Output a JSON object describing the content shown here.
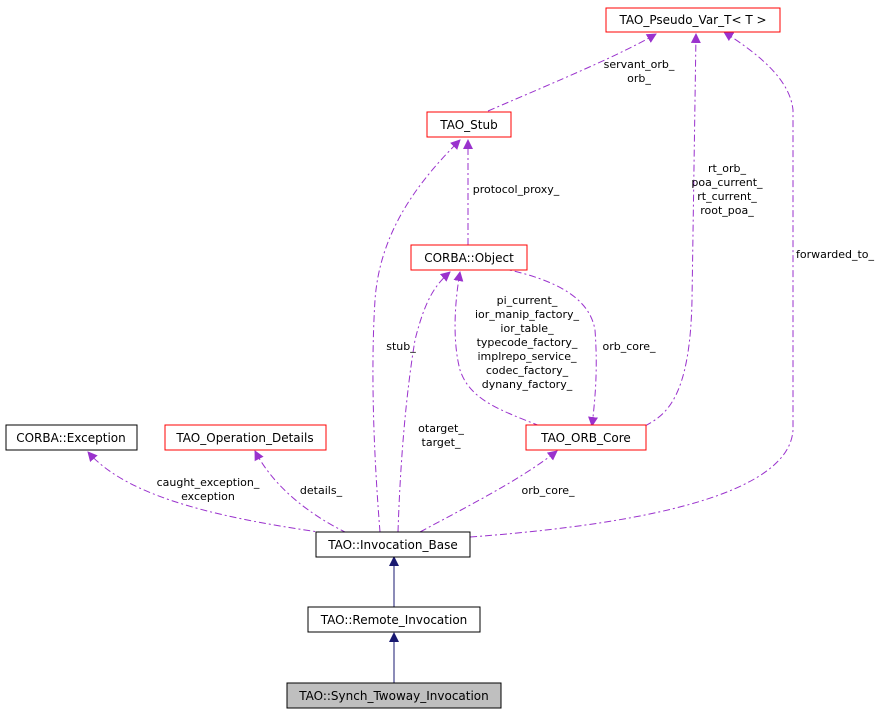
{
  "colors": {
    "documented_border": "#ff0000",
    "undocumented_border": "#000000",
    "current_fill": "#bfbfbf",
    "usage_edge": "#9a32cd",
    "inheritance_edge": "#191970"
  },
  "nodes": {
    "pseudo_var": "TAO_Pseudo_Var_T< T >",
    "stub": "TAO_Stub",
    "corba_object": "CORBA::Object",
    "corba_exception": "CORBA::Exception",
    "operation_details": "TAO_Operation_Details",
    "orb_core": "TAO_ORB_Core",
    "invocation_base": "TAO::Invocation_Base",
    "remote_invocation": "TAO::Remote_Invocation",
    "synch_twoway": "TAO::Synch_Twoway_Invocation"
  },
  "edge_labels": {
    "stub_to_pseudo": [
      "servant_orb_",
      "orb_"
    ],
    "object_to_stub": [
      "protocol_proxy_"
    ],
    "orbcore_to_pseudo": [
      "rt_orb_",
      "poa_current_",
      "rt_current_",
      "root_poa_"
    ],
    "orbcore_to_object": [
      "pi_current_",
      "ior_manip_factory_",
      "ior_table_",
      "typecode_factory_",
      "implrepo_service_",
      "codec_factory_",
      "dynany_factory_"
    ],
    "object_to_orbcore": [
      "orb_core_"
    ],
    "base_to_pseudo": [
      "forwarded_to_"
    ],
    "base_to_stub": [
      "stub_"
    ],
    "base_to_object": [
      "otarget_",
      "target_"
    ],
    "base_to_exception": [
      "caught_exception_",
      "exception"
    ],
    "base_to_details": [
      "details_"
    ],
    "base_to_orbcore": [
      "orb_core_"
    ]
  }
}
